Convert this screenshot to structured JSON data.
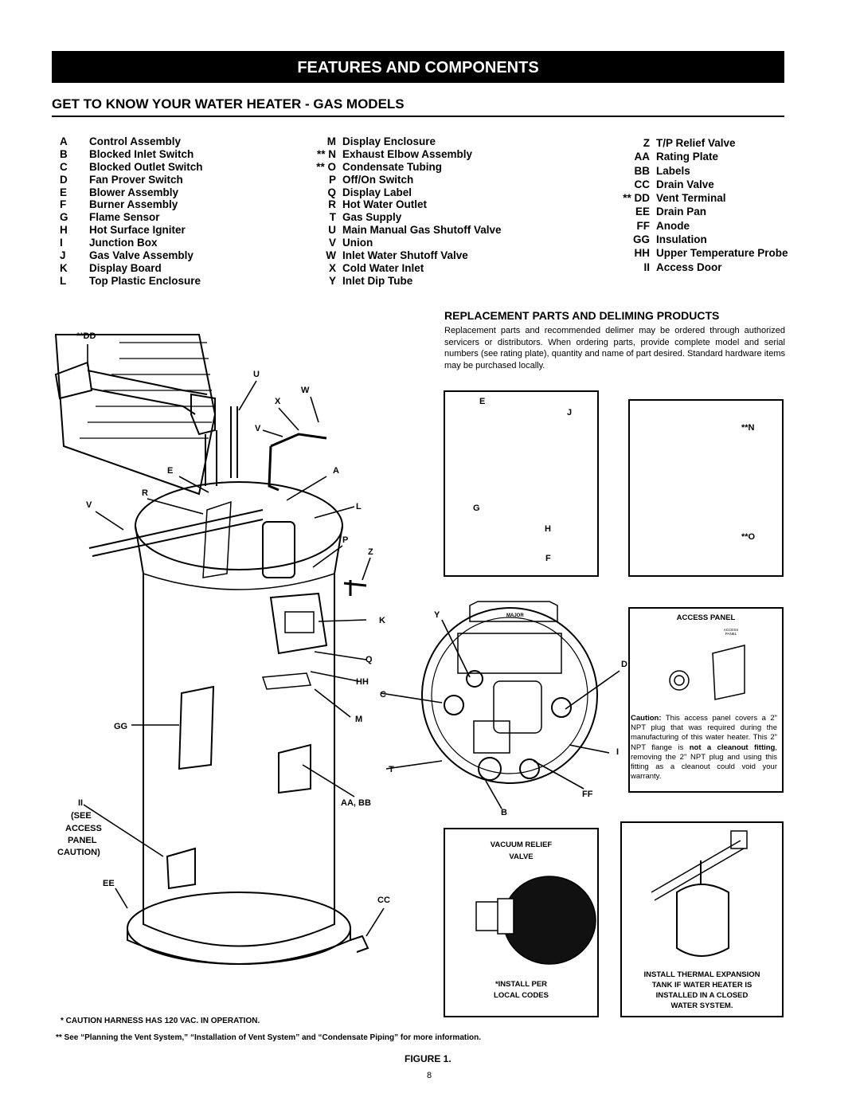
{
  "header": {
    "banner": "FEATURES AND COMPONENTS",
    "subtitle": "GET TO KNOW YOUR WATER HEATER - GAS MODELS"
  },
  "legend": [
    [
      {
        "k": "A",
        "v": "Control Assembly"
      },
      {
        "k": "B",
        "v": "Blocked Inlet Switch"
      },
      {
        "k": "C",
        "v": "Blocked Outlet Switch"
      },
      {
        "k": "D",
        "v": "Fan Prover Switch"
      },
      {
        "k": "E",
        "v": "Blower Assembly"
      },
      {
        "k": "F",
        "v": "Burner Assembly"
      },
      {
        "k": "G",
        "v": "Flame Sensor"
      },
      {
        "k": "H",
        "v": "Hot Surface Igniter"
      },
      {
        "k": "I",
        "v": "Junction Box"
      },
      {
        "k": "J",
        "v": "Gas Valve Assembly"
      },
      {
        "k": "K",
        "v": "Display Board"
      },
      {
        "k": "L",
        "v": "Top Plastic Enclosure"
      }
    ],
    [
      {
        "k": "M",
        "v": "Display Enclosure"
      },
      {
        "k": "** N",
        "v": "Exhaust Elbow Assembly"
      },
      {
        "k": "** O",
        "v": "Condensate Tubing"
      },
      {
        "k": "P",
        "v": "Off/On Switch"
      },
      {
        "k": "Q",
        "v": "Display Label"
      },
      {
        "k": "R",
        "v": "Hot Water Outlet"
      },
      {
        "k": "T",
        "v": "Gas Supply"
      },
      {
        "k": "U",
        "v": "Main Manual Gas Shutoff Valve"
      },
      {
        "k": "V",
        "v": "Union"
      },
      {
        "k": "W",
        "v": "Inlet Water Shutoff Valve"
      },
      {
        "k": "X",
        "v": "Cold Water Inlet"
      },
      {
        "k": "Y",
        "v": "Inlet Dip Tube"
      }
    ],
    [
      {
        "k": "Z",
        "v": "T/P Relief Valve"
      },
      {
        "k": "AA",
        "v": "Rating Plate"
      },
      {
        "k": "BB",
        "v": "Labels"
      },
      {
        "k": "CC",
        "v": "Drain Valve"
      },
      {
        "k": "** DD",
        "v": "Vent Terminal"
      },
      {
        "k": "EE",
        "v": "Drain Pan"
      },
      {
        "k": "FF",
        "v": "Anode"
      },
      {
        "k": "GG",
        "v": "Insulation"
      },
      {
        "k": "HH",
        "v": "Upper Temperature Probe"
      },
      {
        "k": "II",
        "v": "Access Door"
      }
    ]
  ],
  "replacement": {
    "title": "REPLACEMENT PARTS AND DELIMING PRODUCTS",
    "body": "Replacement parts and recommended delimer may be ordered through authorized servicers or distributors. When ordering parts, provide complete model and serial numbers (see rating plate), quantity and name of part desired. Standard hardware items may be purchased locally."
  },
  "callouts": {
    "DD": "**DD",
    "U": "U",
    "W": "W",
    "X": "X",
    "V": "V",
    "E": "E",
    "A": "A",
    "R": "R",
    "V2": "V",
    "L": "L",
    "P": "P",
    "Z": "Z",
    "K": "K",
    "Q": "Q",
    "HH": "HH",
    "C": "C",
    "M": "M",
    "GG": "GG",
    "T": "T",
    "II": "II",
    "AABB": "AA, BB",
    "EE": "EE",
    "CC": "CC",
    "see": "(SEE",
    "access": "ACCESS",
    "panel": "PANEL",
    "caution": "CAUTION)",
    "E2": "E",
    "J": "J",
    "G": "G",
    "H": "H",
    "F": "F",
    "N": "**N",
    "O": "**O",
    "Y": "Y",
    "D": "D",
    "I": "I",
    "FF": "FF",
    "B": "B"
  },
  "access_panel": {
    "title": "ACCESS PANEL",
    "tiny_label": "ACCESS PANEL",
    "caution_bold": "Caution:",
    "caution_text": " This access panel covers a 2\" NPT plug that was required during the manufacturing of this water heater. This 2\" NPT flange is ",
    "caution_emph": "not a cleanout fitting",
    "caution_tail": ", removing the 2\" NPT plug and using this fitting as a cleanout could void your warranty."
  },
  "vacuum_relief": {
    "title_1": "VACUUM RELIEF",
    "title_2": "VALVE",
    "note_1": "*INSTALL PER",
    "note_2": "LOCAL CODES"
  },
  "expansion_tank": {
    "line_1": "INSTALL THERMAL EXPANSION",
    "line_2": "TANK IF WATER HEATER IS",
    "line_3": "INSTALLED IN A CLOSED",
    "line_4": "WATER SYSTEM."
  },
  "board_label": "MAJOR",
  "footnotes": {
    "f1": "* CAUTION HARNESS HAS 120 VAC. IN OPERATION.",
    "f2": "** See “Planning the Vent System,” “Installation of Vent System” and “Condensate Piping” for more information."
  },
  "figure": "FIGURE 1.",
  "page_number": "8"
}
